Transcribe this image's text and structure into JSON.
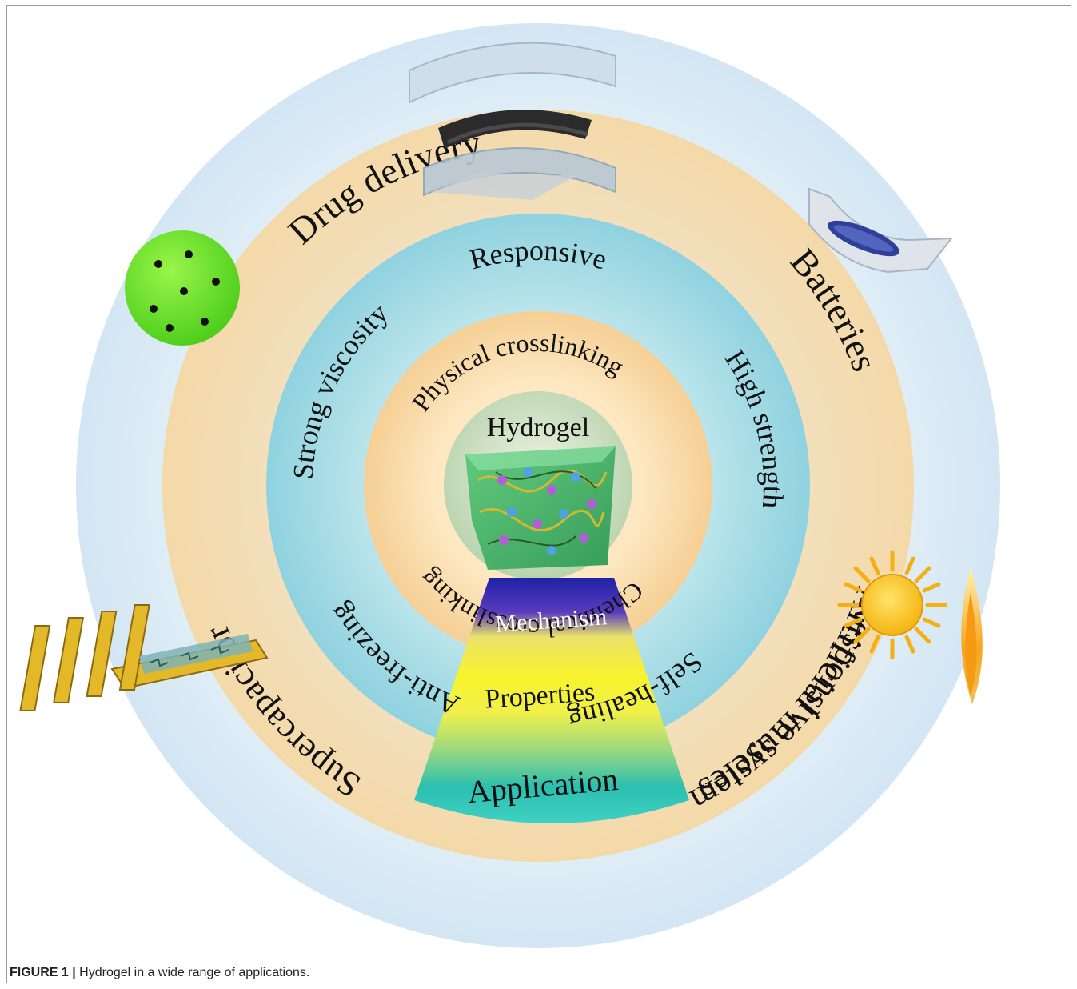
{
  "figure": {
    "center_label": "Hydrogel",
    "mechanism_ring": {
      "left": "Physical crosslinking",
      "right": "Chemical crosslinking"
    },
    "properties_ring": {
      "top": "High strength",
      "upper_left": "Responsive",
      "lower_left": "Strong viscosity",
      "upper_right": "Self-healing",
      "lower_right": "Anti-freezing"
    },
    "application_ring": {
      "top": "Batteries",
      "upper_left": "Drug delivery",
      "lower_left": "Supercapacitor",
      "upper_right": "Artificial muscles",
      "lower_right": "Responsive system"
    },
    "sector_labels": {
      "mechanism": "Mechanism",
      "properties": "Properties",
      "application": "Application"
    },
    "colors": {
      "outer_halo": "#dcecf6",
      "application_ring": "#f6dfb2",
      "properties_ring": "#9fd9e3",
      "mechanism_ring": "#f8d9a8",
      "core": "#cfe3c6",
      "sector_top": "#2b2fa8",
      "sector_mid": "#f2ef3a",
      "sector_bottom": "#2cc5b6"
    },
    "icons": {
      "drug_delivery": "green-sphere-icon",
      "batteries": "flexible-film-icon",
      "artificial_muscles": "muscle-strip-icon",
      "supercapacitor": "interdigitated-electrode-icon",
      "responsive_system": "sun-icon",
      "flame": "flame-icon"
    }
  },
  "caption": {
    "label": "FIGURE 1 |",
    "text": " Hydrogel in a wide range of applications."
  }
}
